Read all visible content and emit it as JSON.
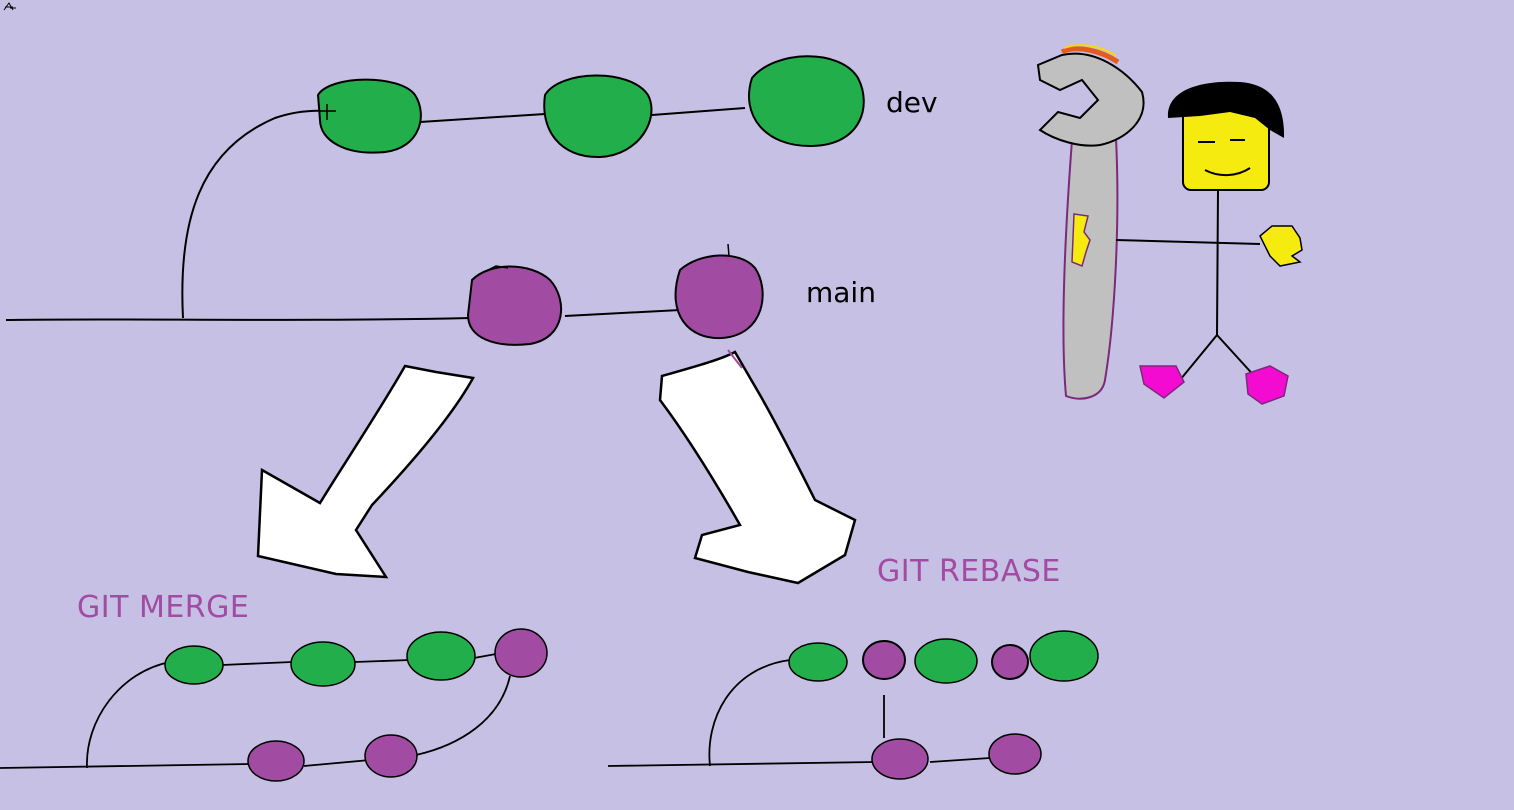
{
  "labels": {
    "dev": "dev",
    "main": "main",
    "git_merge": "GIT MERGE",
    "git_rebase": "GIT REBASE"
  },
  "colors": {
    "background": "#c6c0e4",
    "dev_commit": "#22ae4a",
    "main_commit": "#a24ba3",
    "arrow_fill": "#ffffff",
    "title_text": "#a24ba3",
    "wrench": "#c0c0c0",
    "face": "#f5eb0f",
    "shoes": "#f40bd2"
  },
  "icons": {
    "arrow_left": "down-left-arrow",
    "arrow_right": "down-right-arrow",
    "character": "stick-figure-with-wrench"
  }
}
